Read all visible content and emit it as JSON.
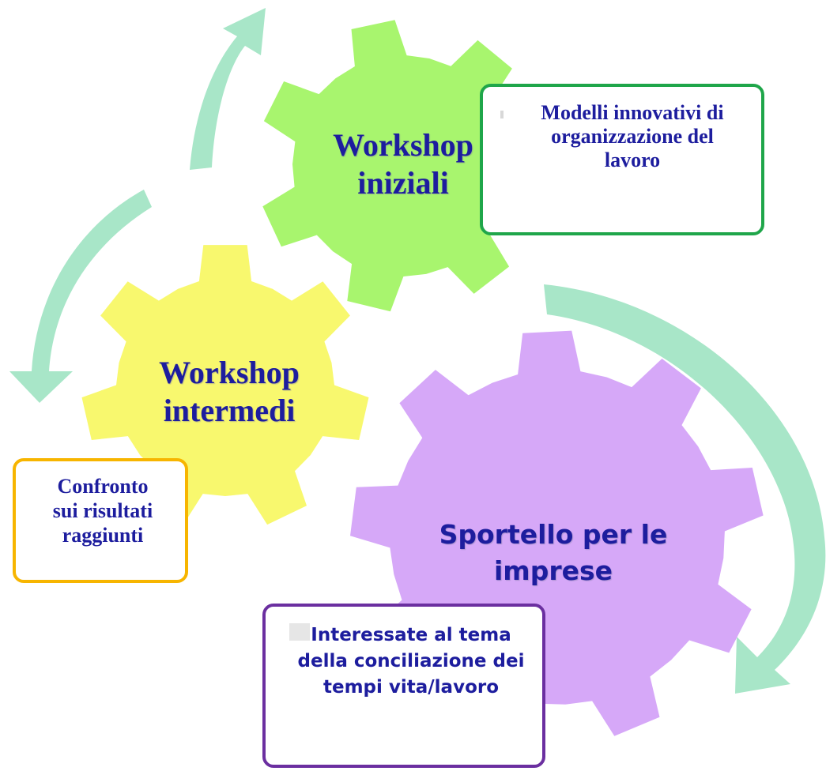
{
  "gears": {
    "initial": {
      "line1": "Workshop",
      "line2": "iniziali",
      "color": "#a8f56e"
    },
    "intermediate": {
      "line1": "Workshop",
      "line2": "intermedi",
      "color": "#f8f86e"
    },
    "business": {
      "line1": "Sportello per le",
      "line2": "imprese",
      "color": "#d6a8f8"
    }
  },
  "notes": {
    "initial": {
      "line1": "Modelli innovativi di",
      "line2": "organizzazione del",
      "line3": "lavoro",
      "border": "#1fa64a"
    },
    "intermediate": {
      "line1": "Confronto",
      "line2": "sui risultati",
      "line3": "raggiunti",
      "border": "#f7b500"
    },
    "business": {
      "line1": "Interessate al tema",
      "line2": "della conciliazione dei",
      "line3": "tempi vita/lavoro",
      "border": "#6b2fa0"
    }
  },
  "colors": {
    "arrow": "#a8e6c8",
    "text": "#1d1d9e"
  }
}
